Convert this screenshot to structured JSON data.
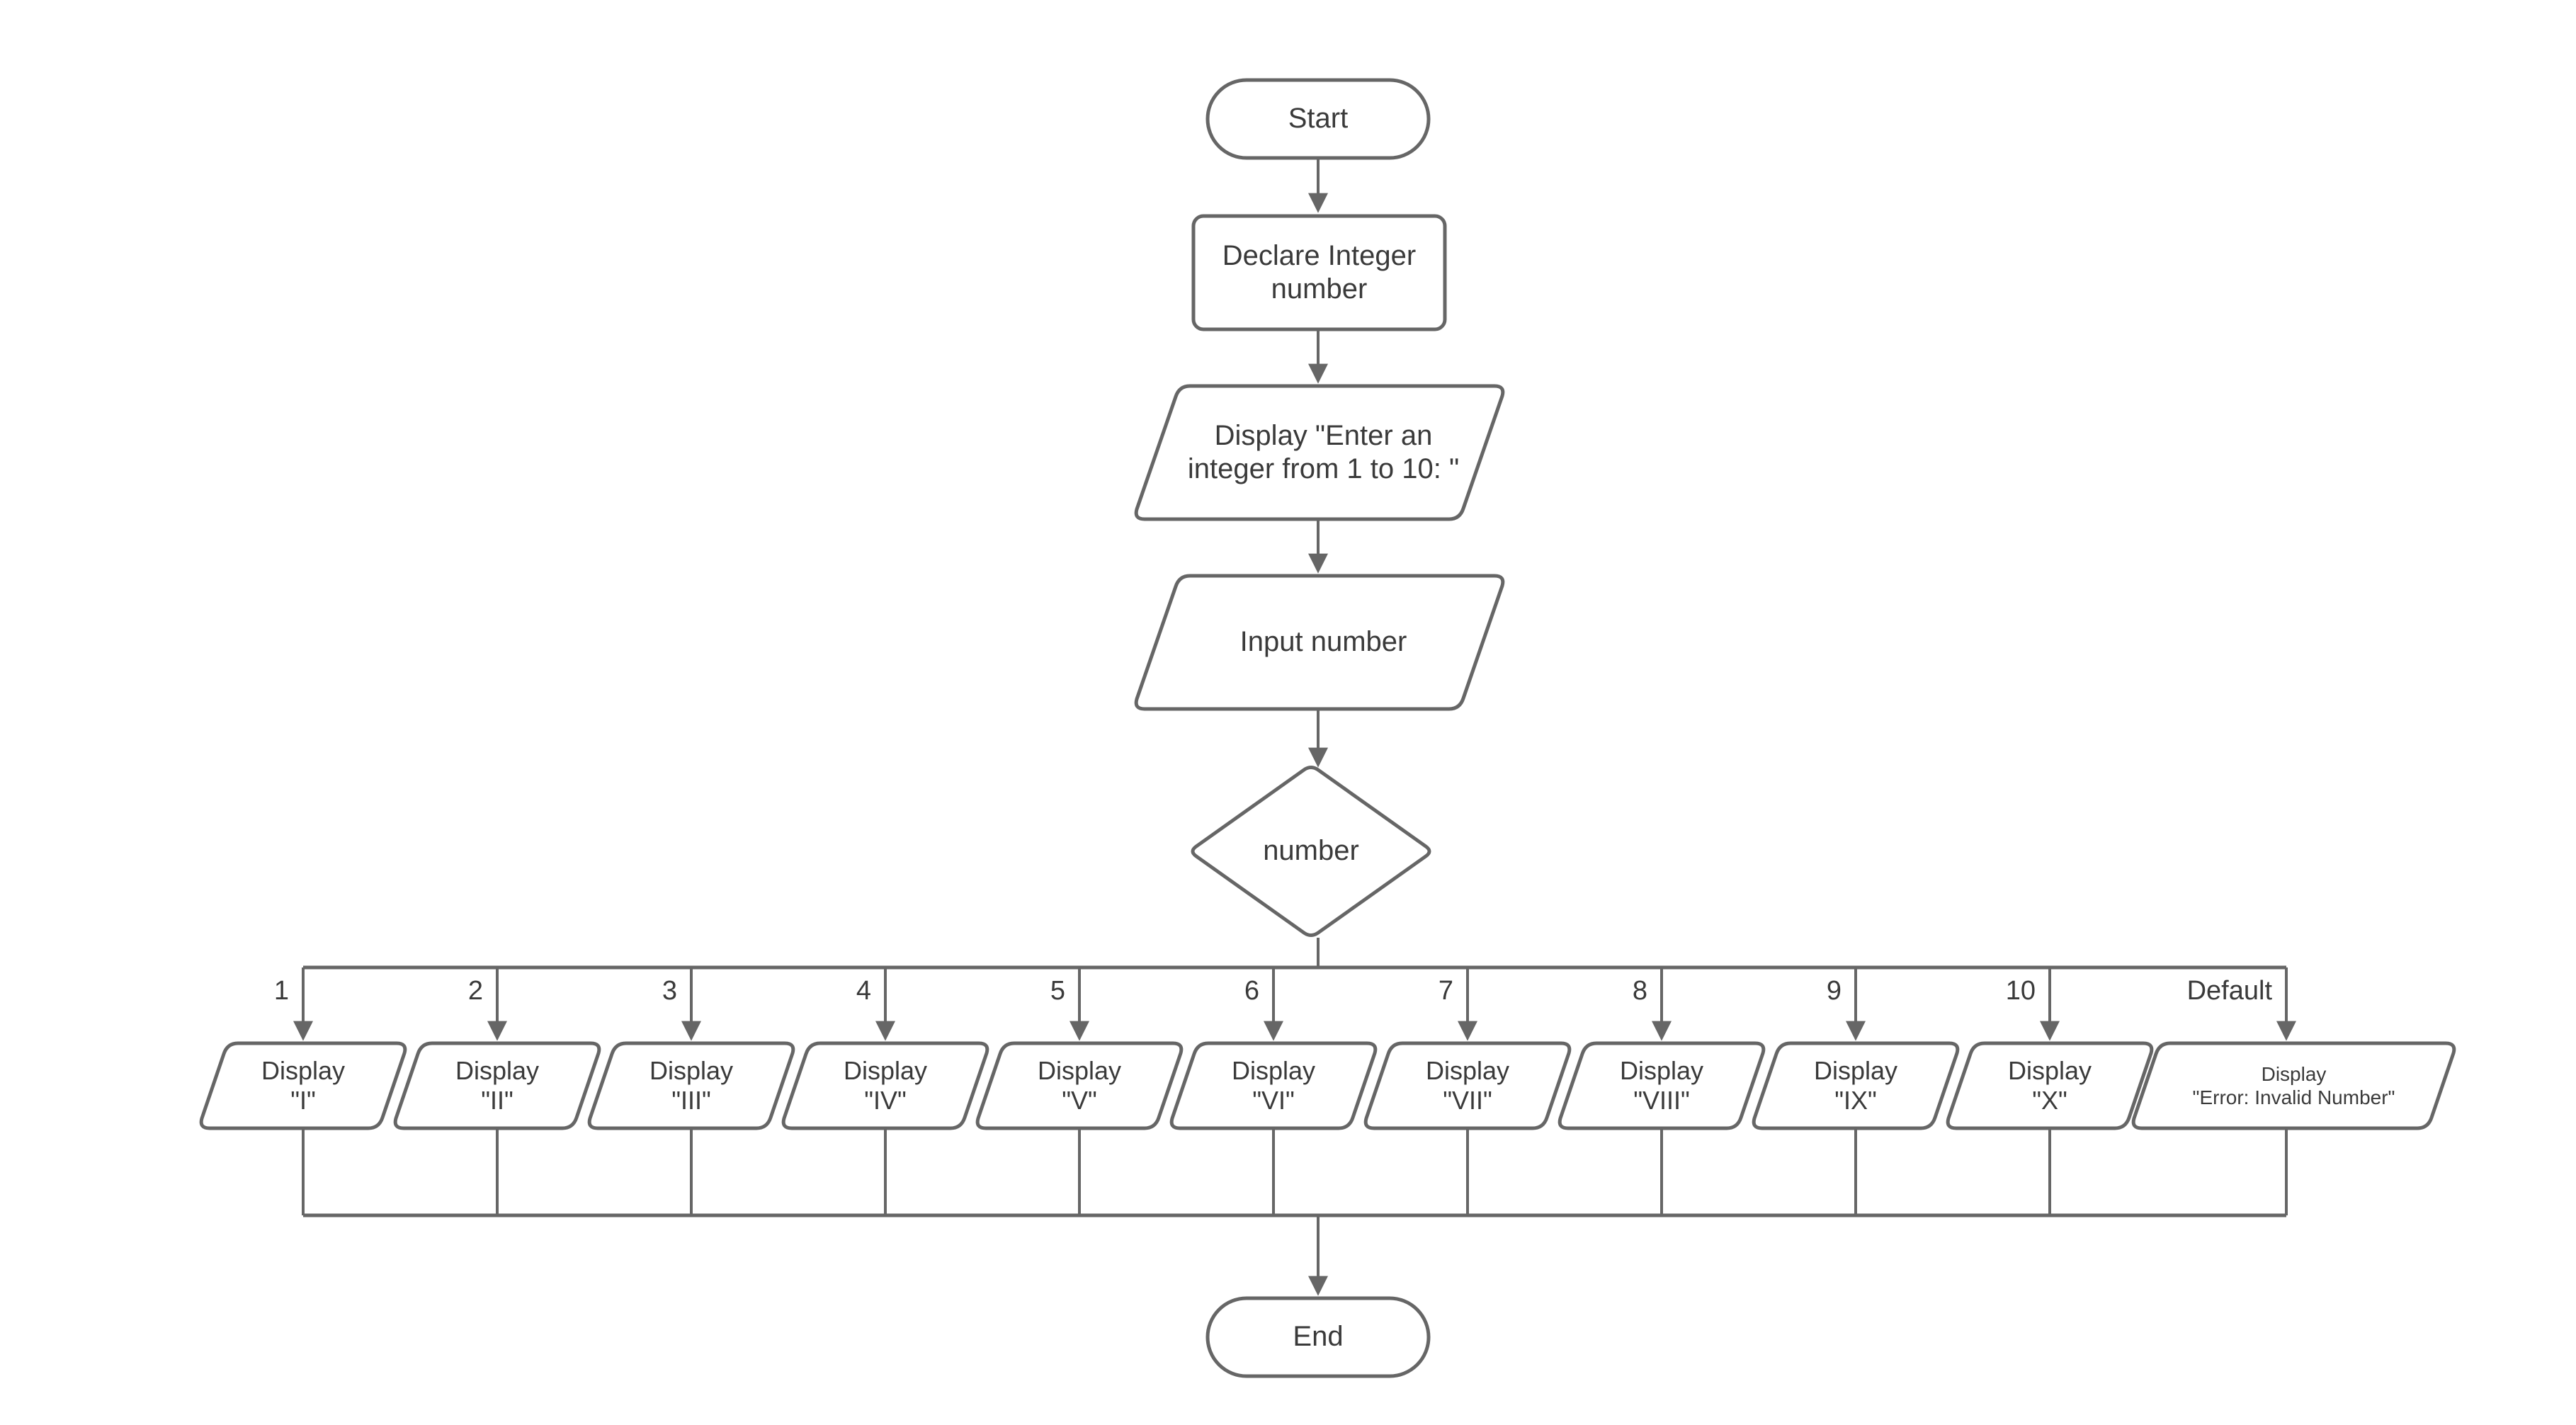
{
  "diagram": {
    "title": "Switch statement flowchart: integer to Roman numeral",
    "stroke_color": "#666666",
    "text_color": "#3a3a3a",
    "background": "#ffffff"
  },
  "nodes": {
    "start": {
      "label": "Start",
      "shape": "terminator"
    },
    "declare": {
      "label": "Declare Integer\nnumber",
      "shape": "process"
    },
    "prompt": {
      "label": "Display \"Enter an\ninteger from 1 to 10: \"",
      "shape": "io"
    },
    "input": {
      "label": "Input number",
      "shape": "io"
    },
    "decision": {
      "label": "number",
      "shape": "decision"
    },
    "end": {
      "label": "End",
      "shape": "terminator"
    }
  },
  "cases": [
    {
      "branch_label": "1",
      "node_label": "Display\n\"I\"",
      "shape": "io"
    },
    {
      "branch_label": "2",
      "node_label": "Display\n\"II\"",
      "shape": "io"
    },
    {
      "branch_label": "3",
      "node_label": "Display\n\"III\"",
      "shape": "io"
    },
    {
      "branch_label": "4",
      "node_label": "Display\n\"IV\"",
      "shape": "io"
    },
    {
      "branch_label": "5",
      "node_label": "Display\n\"V\"",
      "shape": "io"
    },
    {
      "branch_label": "6",
      "node_label": "Display\n\"VI\"",
      "shape": "io"
    },
    {
      "branch_label": "7",
      "node_label": "Display\n\"VII\"",
      "shape": "io"
    },
    {
      "branch_label": "8",
      "node_label": "Display\n\"VIII\"",
      "shape": "io"
    },
    {
      "branch_label": "9",
      "node_label": "Display\n\"IX\"",
      "shape": "io"
    },
    {
      "branch_label": "10",
      "node_label": "Display\n\"X\"",
      "shape": "io"
    },
    {
      "branch_label": "Default",
      "node_label": "Display\n\"Error: Invalid Number\"",
      "shape": "io"
    }
  ]
}
